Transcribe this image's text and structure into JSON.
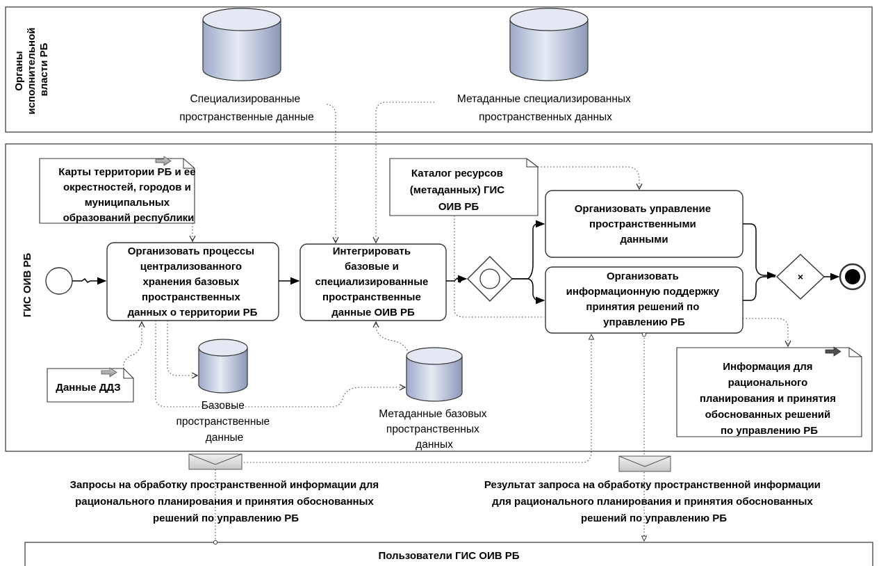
{
  "pools": {
    "executive_bodies": {
      "label_lines": [
        "Органы",
        "исполнительной",
        "власти РБ"
      ]
    },
    "gis": {
      "label": "ГИС ОИВ РБ"
    },
    "users": {
      "label": "Пользователи ГИС ОИВ РБ"
    }
  },
  "data_stores": {
    "special_spatial": {
      "lines": [
        "Специализированные",
        "пространственные данные"
      ]
    },
    "special_metadata": {
      "lines": [
        "Метаданные специализированных",
        "пространственных данных"
      ]
    },
    "base_spatial": {
      "lines": [
        "Базовые",
        "пространственные",
        "данные"
      ]
    },
    "base_metadata": {
      "lines": [
        "Метаданные базовых",
        "пространственных",
        "данных"
      ]
    }
  },
  "documents": {
    "maps": {
      "lines": [
        "Карты территории РБ и ее",
        "окрестностей, городов и",
        "муниципальных",
        "образований республики"
      ]
    },
    "ddz": {
      "lines": [
        "Данные ДДЗ"
      ]
    },
    "catalog": {
      "lines": [
        "Каталог ресурсов",
        "(метаданных) ГИС",
        "ОИВ РБ"
      ]
    },
    "info_output": {
      "lines": [
        "Информация для",
        "рационального",
        "планирования и принятия",
        "обоснованных решений",
        "по управлению РБ"
      ]
    }
  },
  "tasks": {
    "organize_storage": {
      "lines": [
        "Организовать процессы",
        "централизованного",
        "хранения базовых",
        "пространственных",
        "данных о территории РБ"
      ]
    },
    "integrate": {
      "lines": [
        "Интегрировать",
        "базовые и",
        "специализированные",
        "пространственные",
        "данные ОИВ РБ"
      ]
    },
    "manage_data": {
      "lines": [
        "Организовать управление",
        "пространственными",
        "данными"
      ]
    },
    "decision_support": {
      "lines": [
        "Организовать",
        "информационную поддержку",
        "принятия решений по",
        "управлению РБ"
      ]
    }
  },
  "gateways": {
    "split": {
      "marker": "event-based"
    },
    "join": {
      "marker": "×"
    }
  },
  "messages": {
    "requests": {
      "lines": [
        "Запросы на обработку пространственной информации для",
        "рационального планирования и принятия обоснованных",
        "решений по управлению РБ"
      ]
    },
    "results": {
      "lines": [
        "Результат запроса на обработку пространственной информации",
        "для рационального планирования и принятия обоснованных",
        "решений по управлению РБ"
      ]
    }
  }
}
